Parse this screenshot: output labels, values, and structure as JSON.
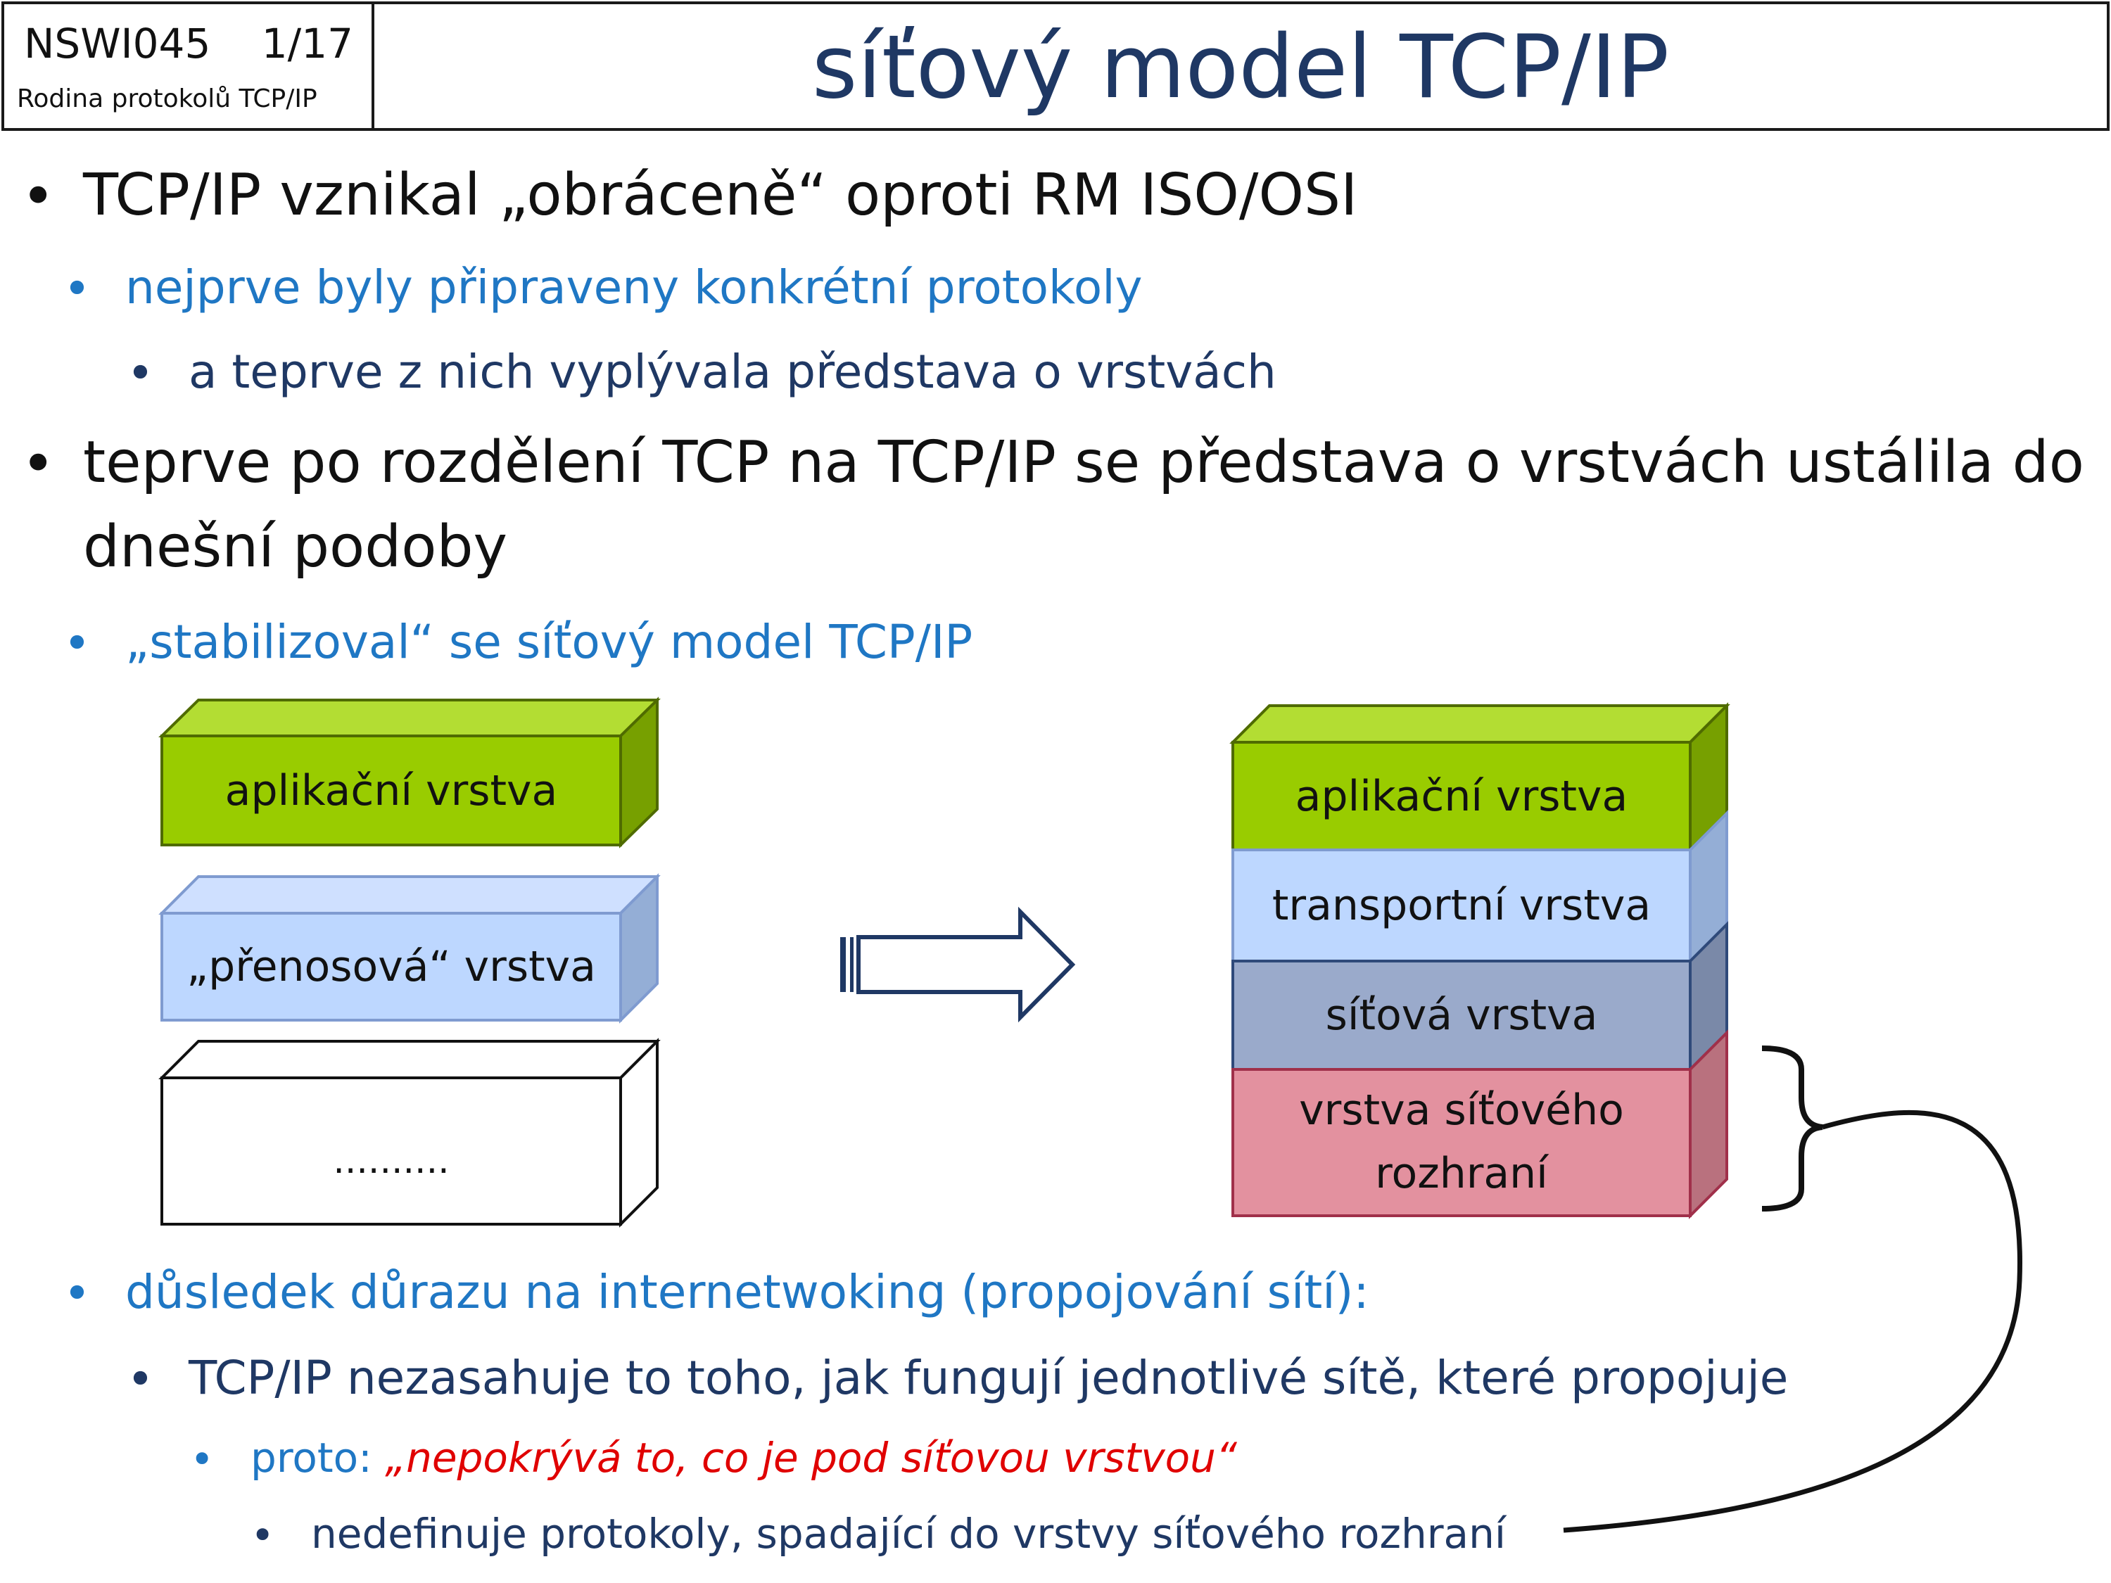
{
  "header": {
    "course_code": "NSWI045",
    "slide_number": "1/17",
    "course_subtitle": "Rodina protokolů TCP/IP",
    "title": "síťový model TCP/IP"
  },
  "bullets": {
    "b1": "TCP/IP vznikal „obráceně“ oproti RM ISO/OSI",
    "b1_1": "nejprve byly připraveny konkrétní protokoly",
    "b1_1_1": "a teprve z nich vyplývala představa o vrstvách",
    "b2_line1": "teprve po rozdělení TCP na TCP/IP se představa o vrstvách ustálila do",
    "b2_line2": "dnešní podoby",
    "b2_1": "„stabilizoval“ se síťový model TCP/IP",
    "b2_2": "důsledek důrazu na internetwoking (propojování sítí):",
    "b2_2_1": "TCP/IP nezasahuje to toho, jak fungují jednotlivé sítě, které propojuje",
    "b2_2_1_1_prefix": "proto: ",
    "b2_2_1_1_quote": "„nepokrývá to, co je pod síťovou vrstvou“",
    "b2_2_1_1_1": "nedefinuje protokoly, spadající do vrstvy síťového rozhraní"
  },
  "bullet_symbol": "•",
  "diagram": {
    "left_stack": {
      "application": "aplikační vrstva",
      "transfer": "„přenosová“ vrstva",
      "unknown": ".........."
    },
    "right_stack": {
      "application": "aplikační vrstva",
      "transport": "transportní vrstva",
      "network": "síťová vrstva",
      "interface_line1": "vrstva síťového",
      "interface_line2": "rozhraní"
    },
    "colors": {
      "green_front": "#99cc00",
      "green_top": "#b3dd33",
      "green_side": "#77a000",
      "blue_front": "#bdd7ff",
      "blue_top": "#cfe0ff",
      "blue_side": "#94aed6",
      "slate_front": "#9aaacb",
      "slate_side": "#7a89a8",
      "pink_front": "#e3919f",
      "pink_side": "#b9717e"
    }
  }
}
